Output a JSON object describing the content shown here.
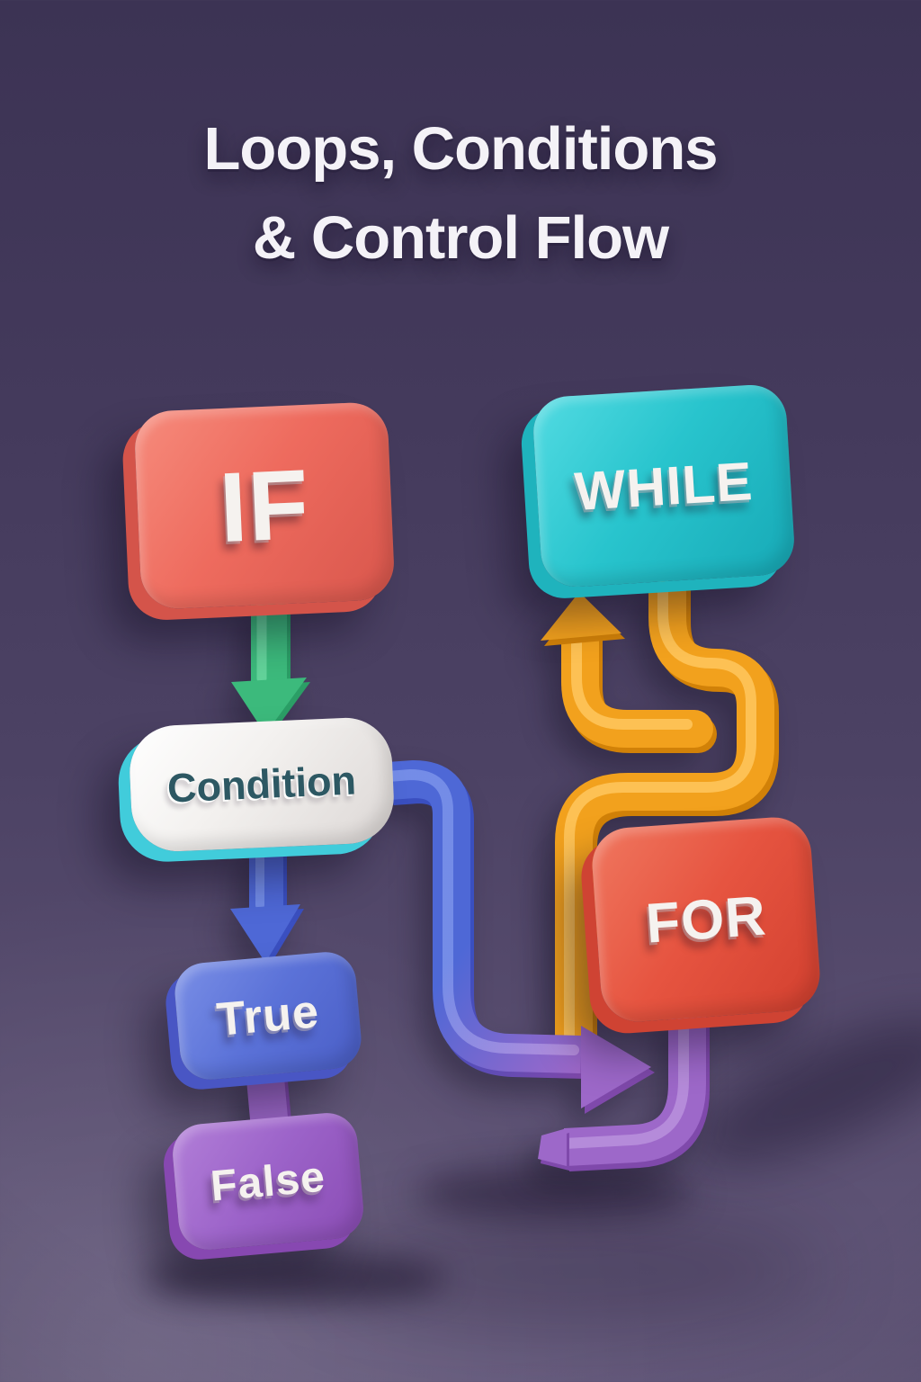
{
  "title": {
    "line1": "Loops, Conditions",
    "line2": "& Control Flow"
  },
  "diagram": {
    "nodes": {
      "if": {
        "label": "IF"
      },
      "while": {
        "label": "WHILE"
      },
      "condition": {
        "label": "Condition"
      },
      "true": {
        "label": "True"
      },
      "false": {
        "label": "False"
      },
      "for": {
        "label": "FOR"
      }
    },
    "connections": [
      {
        "name": "if-to-condition-arrow",
        "type": "arrow-down",
        "color": "green"
      },
      {
        "name": "condition-to-true-arrow",
        "type": "arrow-down",
        "color": "blue"
      },
      {
        "name": "true-to-false-connector",
        "type": "connector",
        "color": "purple"
      },
      {
        "name": "condition-branch-arrow",
        "type": "arrow-right",
        "color": "blue-to-purple"
      },
      {
        "name": "loop-back-arrow",
        "type": "arrow-up",
        "color": "orange"
      },
      {
        "name": "while-loop-pipe",
        "type": "pipe",
        "color": "orange"
      },
      {
        "name": "for-loop-return-pipe",
        "type": "pipe",
        "color": "purple"
      }
    ]
  },
  "colors": {
    "title-text": "#f4f2f7",
    "bg-top": "#3c3354",
    "bg-bottom": "#655a7c",
    "if-face": "#ee6b5e",
    "if-light": "#f68b7c",
    "if-dark": "#d8564c",
    "if-side": "#d4544a",
    "while-face": "#28c4cd",
    "while-light": "#52dbe2",
    "while-dark": "#17a9b6",
    "while-side": "#1fb3bd",
    "condition-face": "#f3f1ef",
    "condition-face2": "#dcd7d5",
    "condition-side": "#41ccdb",
    "condition-text": "#2d5863",
    "true-face": "#5b72d8",
    "true-light": "#7a8fe6",
    "true-dark": "#4a5ec6",
    "true-side": "#4956c4",
    "false-face": "#9c63c9",
    "false-light": "#b27fd8",
    "false-dark": "#8a4cb4",
    "false-side": "#8748b1",
    "for-face": "#e65440",
    "for-light": "#f0775f",
    "for-dark": "#d2402f",
    "for-side": "#cf4333",
    "green-main": "#3cba7c",
    "green-light": "#6cd9a1",
    "green-dark": "#2b9e66",
    "blue-main": "#4e68d6",
    "blue-light": "#7b93ea",
    "blue-dark": "#3a4fc0",
    "purple-main": "#9d68c9",
    "purple-light": "#bc93de",
    "purple-dark": "#7f49ab",
    "orange-main": "#f2a11d",
    "orange-light": "#ffc75e",
    "orange-dark": "#d18108"
  }
}
